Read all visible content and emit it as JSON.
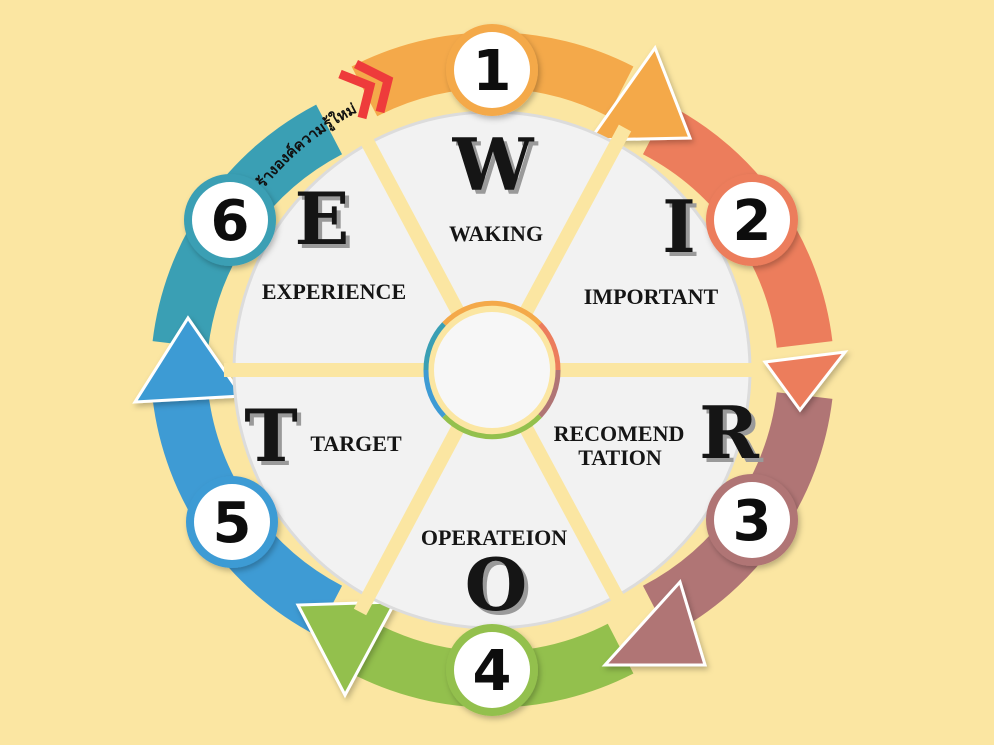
{
  "colors": {
    "background": "#fbe6a2",
    "step1": "#f4a94a",
    "step2": "#ec7d5c",
    "step3": "#b07575",
    "step4": "#93c04d",
    "step5": "#3e9bd4",
    "step6": "#3a9fb4",
    "marker": "#ee3b3b"
  },
  "center_icon": "empty-circle-hub",
  "steps": [
    {
      "number": "1",
      "letter": "W",
      "word": "WAKING"
    },
    {
      "number": "2",
      "letter": "I",
      "word": "IMPORTANT"
    },
    {
      "number": "3",
      "letter": "R",
      "word_line1": "RECOMEND",
      "word_line2": "TATION"
    },
    {
      "number": "4",
      "letter": "O",
      "word": "OPERATEION"
    },
    {
      "number": "5",
      "letter": "T",
      "word": "TARGET"
    },
    {
      "number": "6",
      "letter": "E",
      "word": "EXPERIENCE"
    }
  ],
  "ring_label": "สร้างองค์ความรู้ใหม่"
}
